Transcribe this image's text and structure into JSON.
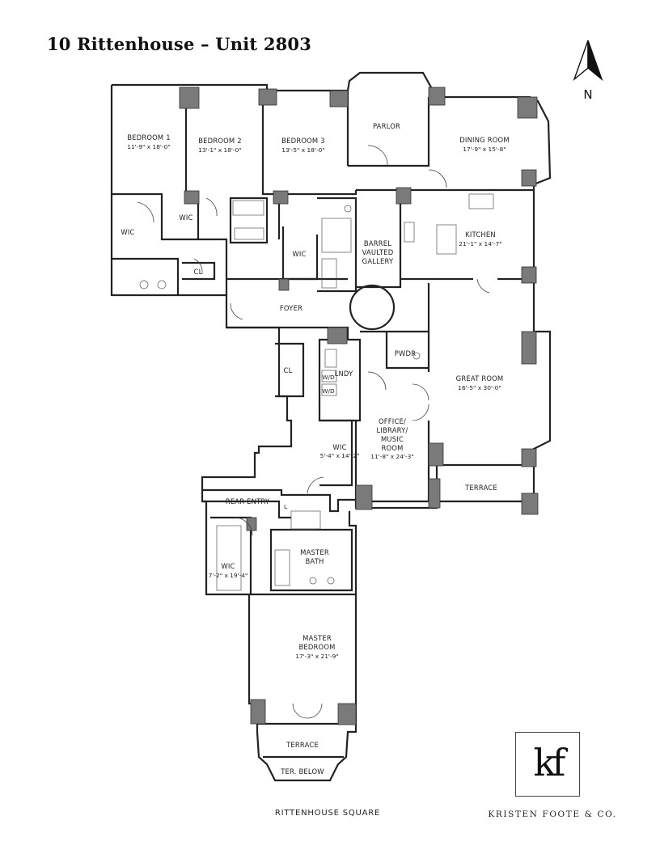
{
  "header": {
    "title": "10 Rittenhouse – Unit 2803"
  },
  "compass": {
    "label": "N",
    "icon": "north-arrow-icon"
  },
  "rooms": {
    "bedroom1": {
      "name": "BEDROOM 1",
      "dims": "11'-9\" x 18'-0\""
    },
    "bedroom2": {
      "name": "BEDROOM 2",
      "dims": "13'-1\" x 18'-0\""
    },
    "bedroom3": {
      "name": "BEDROOM 3",
      "dims": "13'-5\" x 18'-0\""
    },
    "parlor": {
      "name": "PARLOR"
    },
    "dining": {
      "name": "DINING ROOM",
      "dims": "17'-9\" x 15'-8\""
    },
    "kitchen": {
      "name": "KITCHEN",
      "dims": "21'-1\" x 14'-7\""
    },
    "gallery": {
      "line1": "BARREL",
      "line2": "VAULTED",
      "line3": "GALLERY"
    },
    "wic_bed1": {
      "name": "WIC"
    },
    "wic_bed2": {
      "name": "WIC"
    },
    "wic_bed3": {
      "name": "WIC"
    },
    "cl_bed": {
      "name": "CL"
    },
    "foyer": {
      "name": "FOYER"
    },
    "cl_hall": {
      "name": "CL"
    },
    "lndy": {
      "name": "LNDY"
    },
    "wd1": {
      "name": "W/D"
    },
    "wd2": {
      "name": "W/D"
    },
    "pwdr": {
      "name": "PWDR"
    },
    "great": {
      "name": "GREAT ROOM",
      "dims": "16'-5\" x 30'-0\""
    },
    "office": {
      "line1": "OFFICE/",
      "line2": "LIBRARY/",
      "line3": "MUSIC",
      "line4": "ROOM",
      "dims": "11'-8\" x 24'-3\""
    },
    "wic_hall": {
      "name": "WIC",
      "dims": "5'-4\" x 14'-2\""
    },
    "terrace_great": {
      "name": "TERRACE"
    },
    "rear_entry": {
      "name": "REAR ENTRY"
    },
    "l_closet": {
      "name": "L"
    },
    "master_bath": {
      "line1": "MASTER",
      "line2": "BATH"
    },
    "wic_master": {
      "name": "WIC",
      "dims": "7'-2\" x 19'-4\""
    },
    "master_bed": {
      "line1": "MASTER",
      "line2": "BEDROOM",
      "dims": "17'-3\" x 21'-9\""
    },
    "terrace_master": {
      "name": "TERRACE"
    },
    "ter_below": {
      "name": "TER. BELOW"
    }
  },
  "footer": {
    "street": "RITTENHOUSE SQUARE",
    "logo_mark": "kf",
    "brand": "KRISTEN FOOTE & CO."
  }
}
